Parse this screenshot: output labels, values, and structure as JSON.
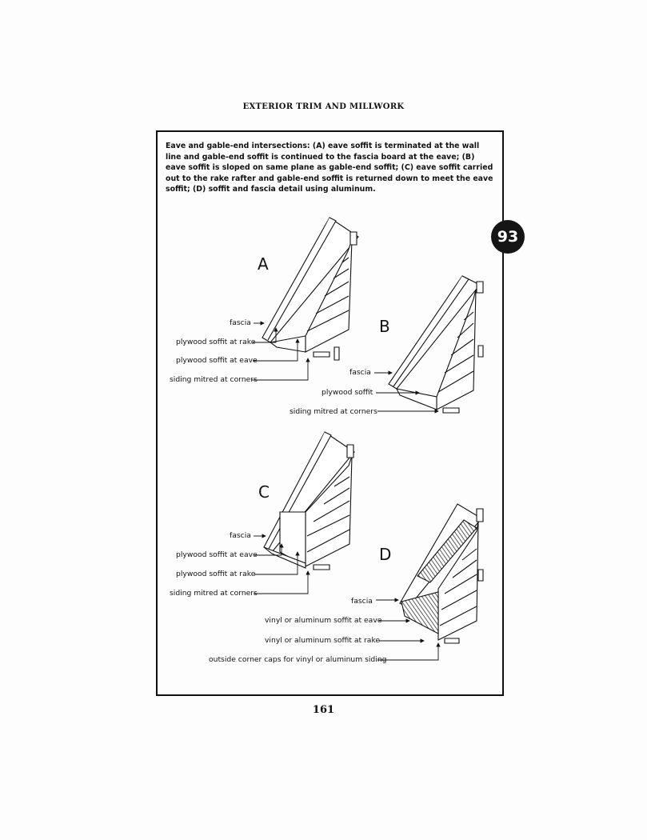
{
  "header": {
    "title": "EXTERIOR TRIM AND MILLWORK"
  },
  "caption": "Eave and gable-end intersections: (A) eave soffit is terminated at the wall line and gable-end soffit is continued to the fascia board at the eave; (B) eave soffit is sloped on same plane as gable-end soffit; (C) eave soffit carried out to the rake rafter and gable-end soffit is returned down to meet the eave soffit; (D) soffit and fascia detail using aluminum.",
  "tab_number": "93",
  "page_number": "161",
  "figures": {
    "a": {
      "letter": "A",
      "labels": [
        "fascia",
        "plywood soffit at rake",
        "plywood soffit at eave",
        "siding mitred at corners"
      ]
    },
    "b": {
      "letter": "B",
      "labels": [
        "fascia",
        "plywood soffit",
        "siding mitred at corners"
      ]
    },
    "c": {
      "letter": "C",
      "labels": [
        "fascia",
        "plywood soffit at eave",
        "plywood soffit at rake",
        "siding mitred at corners"
      ]
    },
    "d": {
      "letter": "D",
      "labels": [
        "fascia",
        "vinyl or aluminum soffit at eave",
        "vinyl or aluminum soffit at rake",
        "outside corner caps for vinyl or aluminum siding"
      ]
    }
  }
}
